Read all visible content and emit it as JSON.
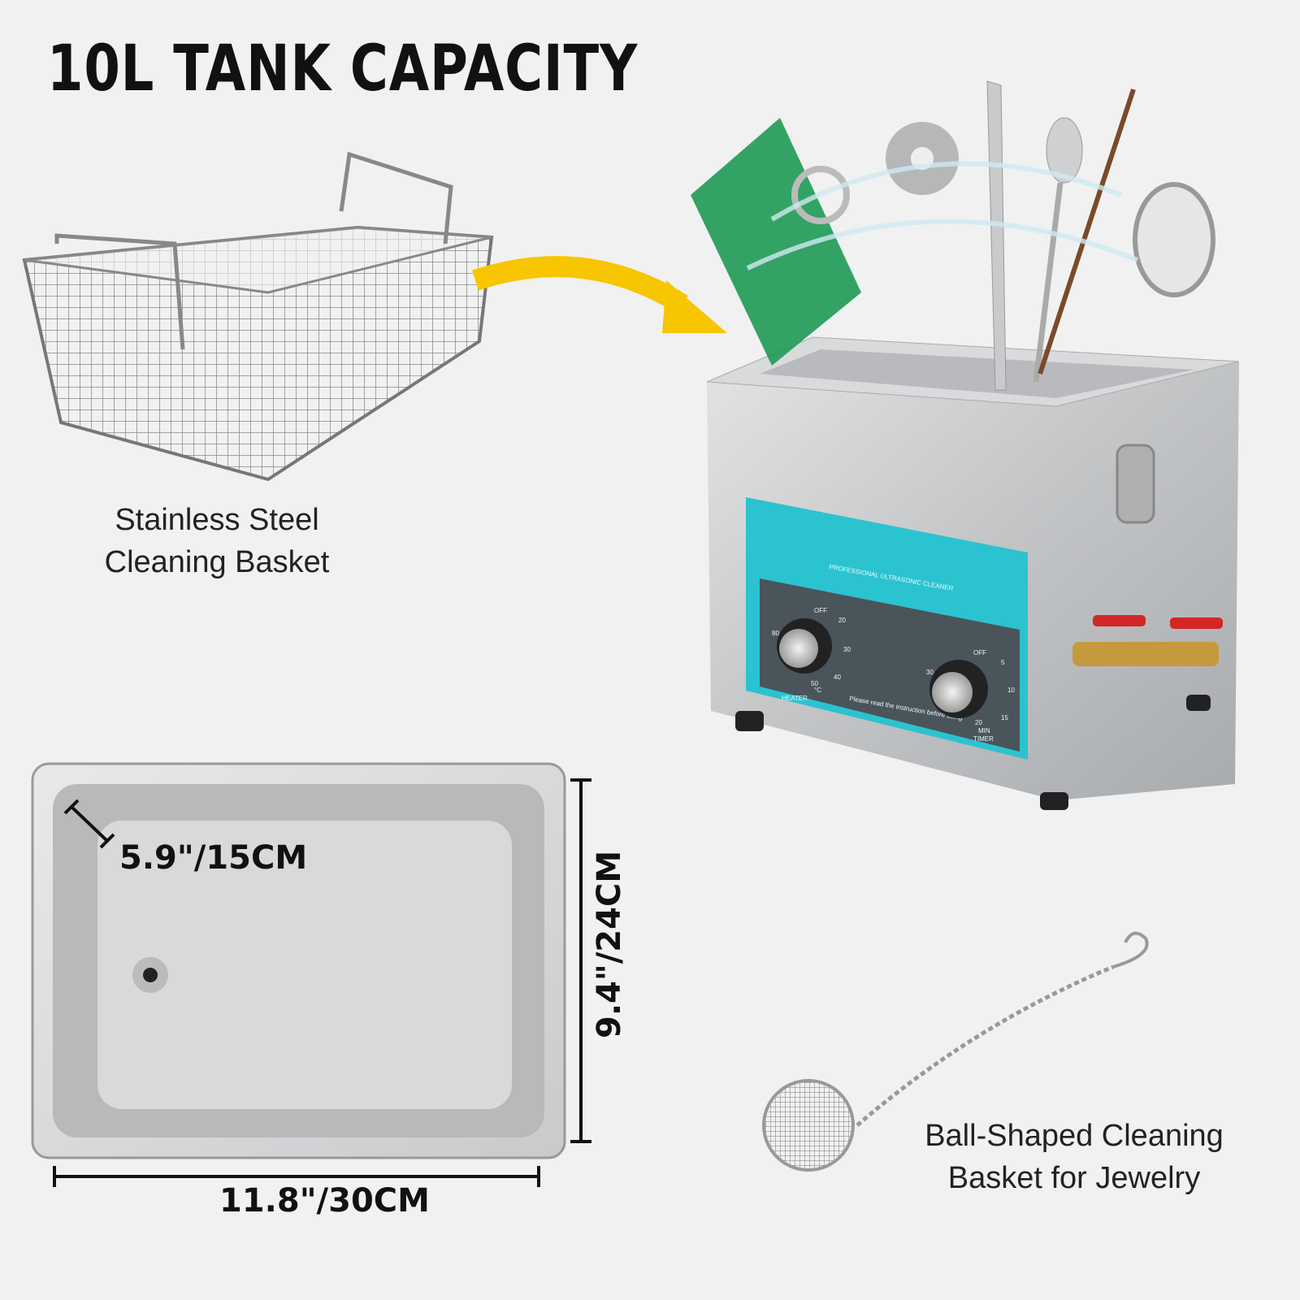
{
  "title": "10L TANK CAPACITY",
  "basket": {
    "label_line1": "Stainless Steel",
    "label_line2": "Cleaning Basket"
  },
  "cleaner": {
    "panel_title": "PROFESSIONAL ULTRASONIC CLEANER",
    "panel_note": "Please read the instruction before using",
    "heater_label": "HEATER",
    "heater_unit": "°C",
    "heater_scale": [
      "OFF",
      "20",
      "30",
      "40",
      "50",
      "80"
    ],
    "timer_label": "TIMER",
    "timer_unit": "MIN",
    "timer_scale": [
      "OFF",
      "5",
      "10",
      "15",
      "20",
      "30"
    ],
    "panel_color": "#2bc3cf",
    "item_icons": [
      "circuit-board",
      "ring",
      "flange",
      "knife",
      "spoon",
      "glasses",
      "watch"
    ]
  },
  "tank": {
    "depth": "5.9\"/15CM",
    "width": "11.8\"/30CM",
    "length": "9.4\"/24CM"
  },
  "ball": {
    "label_line1": "Ball-Shaped Cleaning",
    "label_line2": "Basket for Jewelry"
  },
  "colors": {
    "arrow": "#f7c600",
    "steel": "#c9cbcd",
    "background": "#f1f1f1"
  }
}
